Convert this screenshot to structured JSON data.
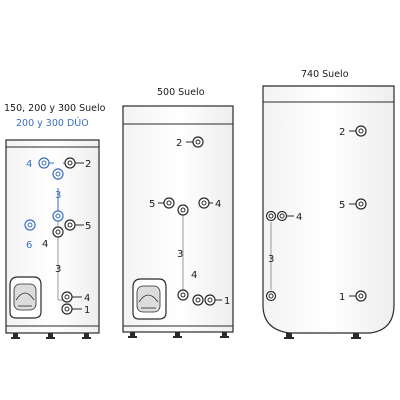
{
  "tanks": {
    "small": {
      "title": "150, 200 y 300 Suelo",
      "subtitle": "200 y 300 DÚO",
      "labels": {
        "blue_4": "4",
        "c2": "2",
        "blue_3": "3",
        "c5": "5",
        "c4_mid": "4",
        "blue_6": "6",
        "c3": "3",
        "c4_low": "4",
        "c1": "1"
      }
    },
    "medium": {
      "title": "500 Suelo",
      "labels": {
        "c2": "2",
        "c5": "5",
        "c4_top": "4",
        "c3": "3",
        "c4_low": "4",
        "c1": "1"
      }
    },
    "large": {
      "title": "740 Suelo",
      "labels": {
        "c2": "2",
        "c4": "4",
        "c5": "5",
        "c3": "3",
        "c1": "1"
      }
    }
  },
  "colors": {
    "outline": "#2a2a2a",
    "connector_black": "#2a2a2a",
    "connector_blue": "#3a6fc4",
    "line_gray": "#9a9a9a",
    "shade": "#e9e9e9"
  }
}
